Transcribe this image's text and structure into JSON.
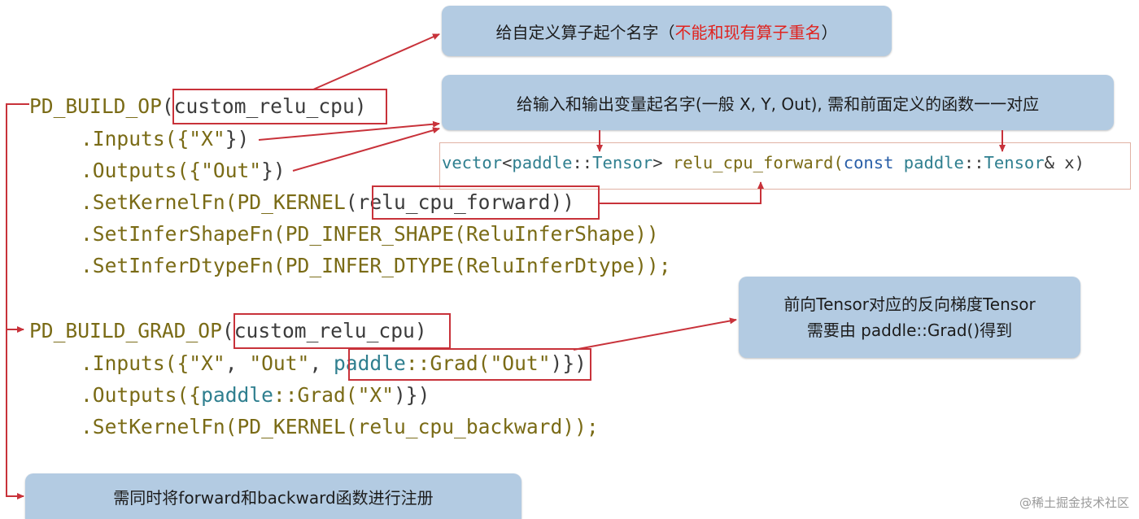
{
  "bubbles": {
    "name_op_prefix": "给自定义算子起个名字（",
    "name_op_warn": "不能和现有算子重名",
    "name_op_suffix": "）",
    "io_names": "给输入和输出变量起名字(一般 X, Y, Out), 需和前面定义的函数一一对应",
    "grad_line1": "前向Tensor对应的反向梯度Tensor",
    "grad_line2": "需要由 paddle::Grad()得到",
    "register": "需同时将forward和backward函数进行注册"
  },
  "signature": {
    "ret_type": "vector",
    "lt": "<",
    "ns1": "paddle",
    "sep1": "::",
    "type1": "Tensor",
    "gt": ">",
    "fn": " relu_cpu_forward(",
    "kw_const": "const",
    "ns2": " paddle",
    "sep2": "::",
    "type2": "Tensor",
    "tail": "& x)"
  },
  "forward_op": {
    "macro": "PD_BUILD_OP",
    "arg": "(custom_relu_cpu)",
    "l1_pre": ".Inputs({",
    "l1_str": "\"X\"",
    "l1_post": "})",
    "l2_pre": ".Outputs({",
    "l2_str": "\"Out\"",
    "l2_post": "})",
    "l3_pre": ".SetKernelFn(PD_KERNEL",
    "l3_arg": "(relu_cpu_forward)",
    "l3_post": ")",
    "l4": ".SetInferShapeFn(PD_INFER_SHAPE(ReluInferShape))",
    "l5": ".SetInferDtypeFn(PD_INFER_DTYPE(ReluInferDtype));"
  },
  "grad_op": {
    "macro": "PD_BUILD_GRAD_OP",
    "arg": "(custom_relu_cpu)",
    "l1_pre": ".Inputs({",
    "l1_s1": "\"X\"",
    "l1_c1": ", ",
    "l1_s2": "\"Out\"",
    "l1_c2": ", ",
    "l1_ns": "paddle",
    "l1_grad": "::Grad(",
    "l1_s3": "\"Out\"",
    "l1_close": ")",
    "l1_post": "})",
    "l2_pre": ".Outputs({",
    "l2_ns": "paddle",
    "l2_grad": "::Grad(",
    "l2_s": "\"X\"",
    "l2_post": ")})",
    "l3": ".SetKernelFn(PD_KERNEL(relu_cpu_backward));"
  },
  "watermark": "@稀土掘金技术社区",
  "colors": {
    "bubble_bg": "#b3cbe2",
    "annotation_red": "#c8323a",
    "warn_red": "#e0231f",
    "code_fn": "#7a6b16",
    "code_ns": "#2f7f8f",
    "code_kw": "#2a5fa8"
  }
}
